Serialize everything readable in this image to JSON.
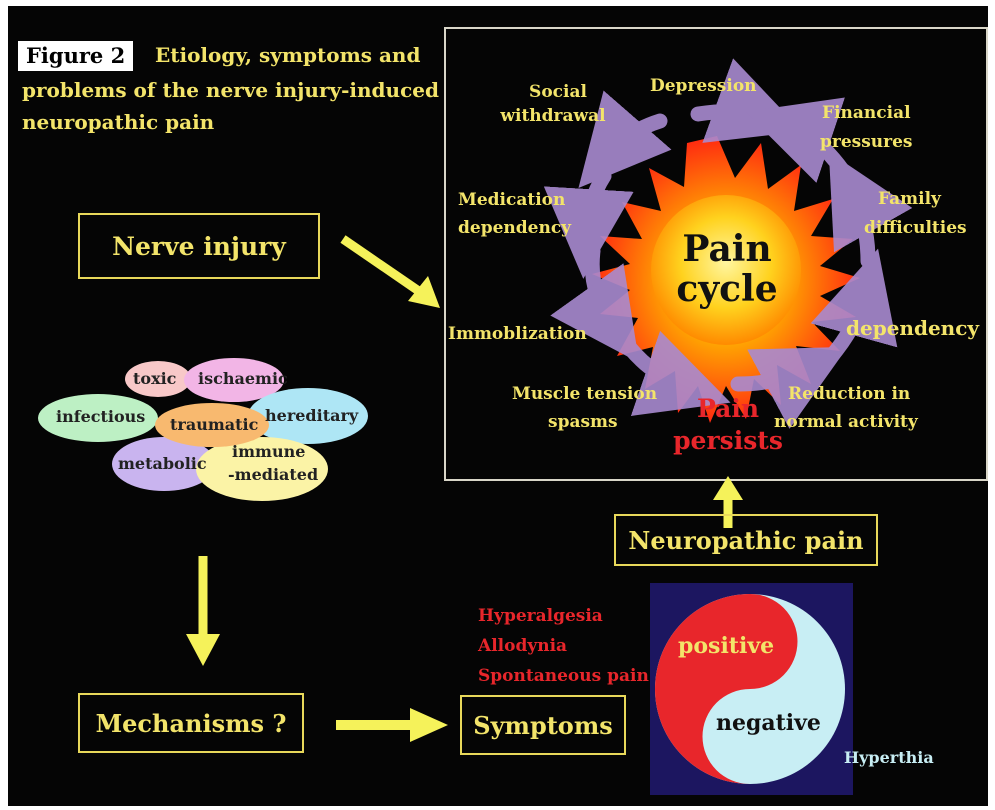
{
  "figure": {
    "label": "Figure 2",
    "title_line1": "Etiology, symptoms and",
    "title_line2": "problems of  the nerve injury-induced",
    "title_line3": "neuropathic pain"
  },
  "nodes": {
    "nerve_injury": "Nerve injury",
    "neuropathic_pain": "Neuropathic pain",
    "mechanisms": "Mechanisms ?",
    "symptoms": "Symptoms"
  },
  "etiology": {
    "toxic": "toxic",
    "ischaemic": "ischaemic",
    "infectious": "infectious",
    "traumatic": "traumatic",
    "hereditary": "hereditary",
    "metabolic": "metabolic",
    "immune_line1": "immune",
    "immune_line2": "-mediated"
  },
  "cycle": {
    "center_line1": "Pain",
    "center_line2": "cycle",
    "persists_line1": "Pain",
    "persists_line2": "persists",
    "depression": "Depression",
    "social_line1": "Social",
    "social_line2": "withdrawal",
    "financial_line1": "Financial",
    "financial_line2": "pressures",
    "medication_line1": "Medication",
    "medication_line2": "dependency",
    "family_line1": "Family",
    "family_line2": "difficulties",
    "dependency": "dependency",
    "immobilization": "Immoblization",
    "muscle_line1": "Muscle tension",
    "muscle_line2": "spasms",
    "reduction_line1": "Reduction in",
    "reduction_line2": "normal activity"
  },
  "symptom_list": {
    "hyperalgesia": "Hyperalgesia",
    "allodynia": "Allodynia",
    "spontaneous": "Spontaneous pain"
  },
  "yin_yang": {
    "positive": "positive",
    "negative": "negative",
    "hyperthia": "Hyperthia"
  },
  "colors": {
    "background": "#050505",
    "text_yellow": "#f3e46a",
    "red": "#e8262b",
    "light_blue": "#c8eef4",
    "navy": "#1c1660",
    "arrow_yellow": "#f5f25a",
    "cycle_arrow": "#a98ad0"
  }
}
